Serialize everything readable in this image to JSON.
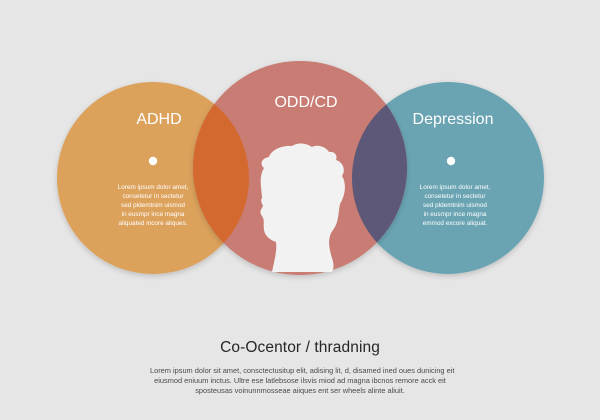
{
  "diagram": {
    "circles": [
      {
        "id": "left",
        "label": "ADHD",
        "body": [
          "Lorem ipsum dolor amet,",
          "consetetur in sectetur",
          "sed pldemtnim uismod",
          "in eusmpr ince magna",
          "aliquated incore aliques."
        ],
        "color": "#dca25c"
      },
      {
        "id": "middle",
        "label": "ODD/CD",
        "color": "#c87b73"
      },
      {
        "id": "right",
        "label": "Depression",
        "body": [
          "Lorem ipsum dolor amet,",
          "consetetur in sectetur",
          "sed pldemtnim uismod",
          "in eusmpr ince magna",
          "emmod excore aliquat."
        ],
        "color": "#6aa4b3"
      }
    ],
    "overlap_colors": {
      "left_middle": "#d4692f",
      "middle_right": "#5d5878"
    },
    "silhouette_color": "#f2f2f2"
  },
  "footer": {
    "title": "Co-Ocentor / thradning",
    "lines": [
      "Lorem ipsum dolor sit amet, consctectusitup elit, adising lit, d, disamed ined oues dunicing eit",
      "eiusmod eniuum inctus. Ultre ese latlebsose ilsvis miod ad magna ibcnos remore acck eit",
      "sposteusas voinunnmosseae aiiques ent ser wheels alinte aliuit."
    ]
  }
}
